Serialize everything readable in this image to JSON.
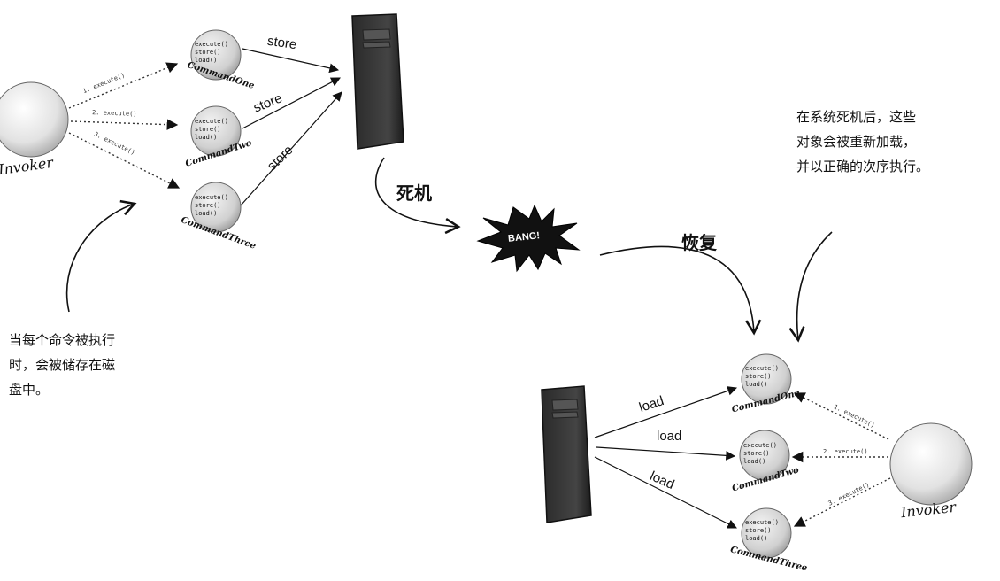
{
  "labels": {
    "crash": "死机",
    "recover": "恢复",
    "bang": "BANG!"
  },
  "notes": {
    "left": [
      "当每个命令被执行",
      "时，会被储存在磁",
      "盘中。"
    ],
    "right": [
      "在系统死机后，这些",
      "对象会被重新加载，",
      "并以正确的次序执行。"
    ]
  },
  "invoker": "Invoker",
  "methods": [
    "execute()",
    "store()",
    "load()"
  ],
  "top": {
    "commands": [
      "CommandOne",
      "CommandTwo",
      "CommandThree"
    ],
    "exec_calls": [
      "1. execute()",
      "2. execute()",
      "3. execute()"
    ],
    "edges": [
      "store",
      "store",
      "store"
    ]
  },
  "bottom": {
    "commands": [
      "CommandOne",
      "CommandTwo",
      "CommandThree"
    ],
    "exec_calls": [
      "1. execute()",
      "2. execute()",
      "3. execute()"
    ],
    "edges": [
      "load",
      "load",
      "load"
    ]
  },
  "colors": {
    "server": "#3a3a3a",
    "ink": "#111111",
    "object_fill": "#d8d8d8"
  }
}
